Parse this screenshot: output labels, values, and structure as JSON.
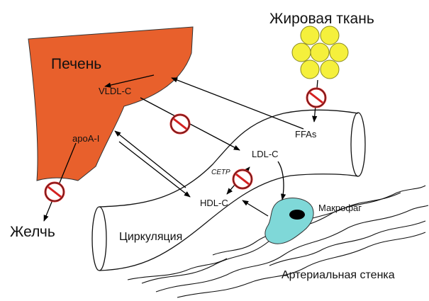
{
  "labels": {
    "adipose": "Жировая ткань",
    "liver": "Печень",
    "vldl": "VLDL-C",
    "apoa": "apoA-I",
    "ffas": "FFAs",
    "ldl": "LDL-C",
    "cetp": "CETP",
    "hdl": "HDL-C",
    "macrophage": "Макрофаг",
    "bile": "Желчь",
    "circulation": "Циркуляция",
    "arterial_wall": "Артериальная стенка"
  },
  "colors": {
    "liver": "#e8602c",
    "fat_cell": "#f5f03c",
    "macrophage": "#7fd8d8",
    "block_sign": "#d42020"
  },
  "icons": [
    "no-entry-icon"
  ]
}
